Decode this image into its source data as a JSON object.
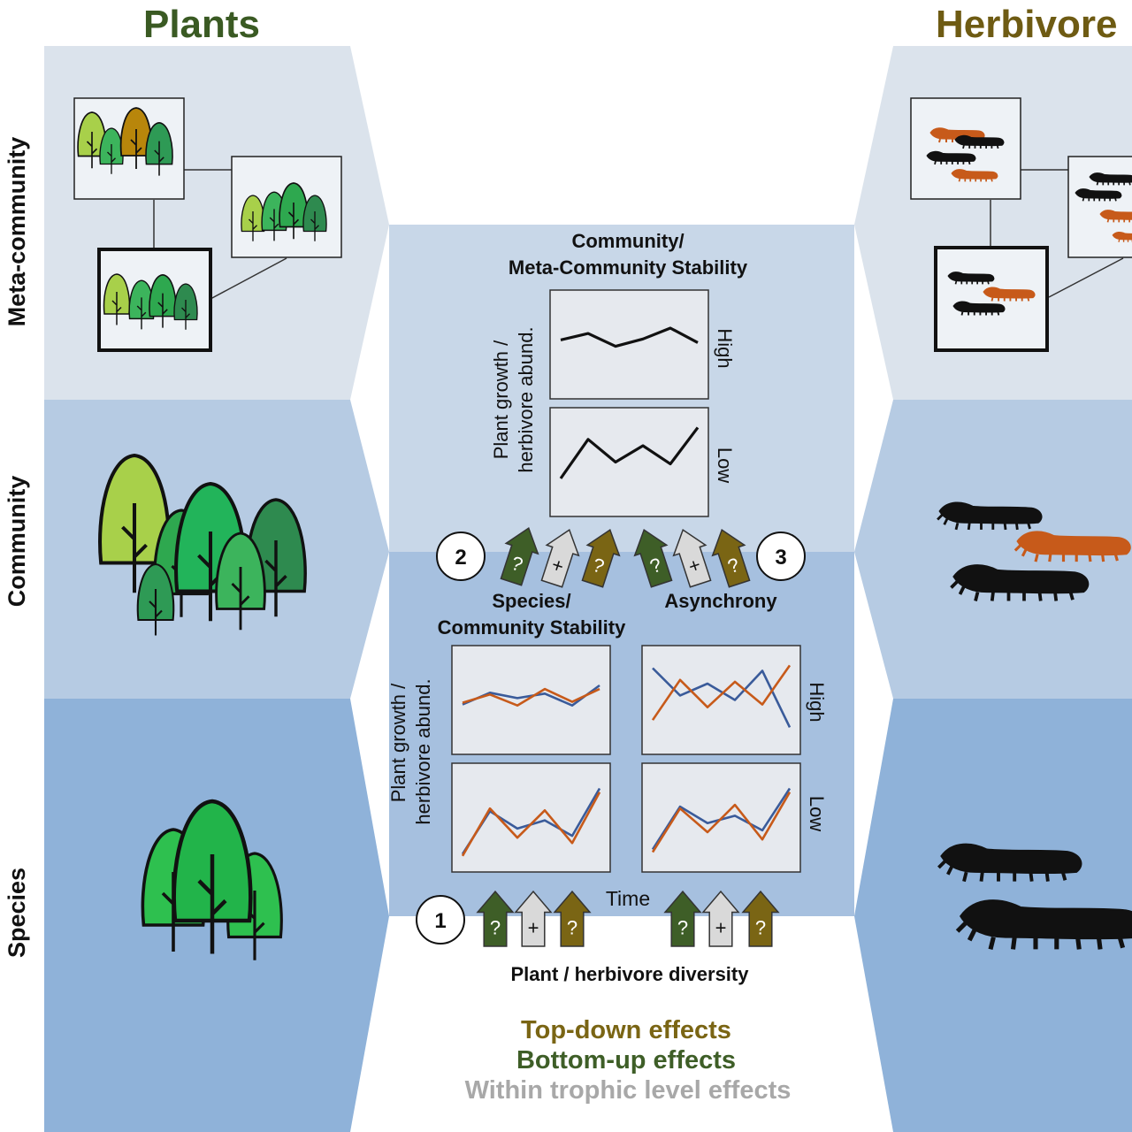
{
  "column_titles": {
    "plants": "Plants",
    "herbivores": "Herbivore"
  },
  "row_labels": {
    "meta_community": "Meta-community",
    "community": "Community",
    "species": "Species"
  },
  "top_panel": {
    "title_line1": "Community/",
    "title_line2": "Meta-Community Stability",
    "ylabel_line1": "Plant growth /",
    "ylabel_line2": "herbivore abund.",
    "high_label": "High",
    "low_label": "Low"
  },
  "middle": {
    "circle_2": "2",
    "circle_3": "3",
    "species_line1": "Species/",
    "species_line2": "Community Stability",
    "asynchrony": "Asynchrony"
  },
  "bottom_panel": {
    "ylabel_line1": "Plant growth /",
    "ylabel_line2": "herbivore abund.",
    "high_label": "High",
    "low_label": "Low",
    "xlabel": "Time"
  },
  "diversity": {
    "circle_1": "1",
    "label": "Plant / herbivore diversity"
  },
  "arrow_symbols": {
    "unknown": "?",
    "positive": "+"
  },
  "legend": {
    "top_down": "Top-down effects",
    "bottom_up": "Bottom-up effects",
    "within": "Within trophic level effects"
  },
  "colors": {
    "plants_green": "#3a5a23",
    "herbivore_olive": "#6e5b13",
    "topdown": "#7a6514",
    "bottomup": "#3e5e27",
    "within": "#a8a8a8",
    "band_meta": "#dbe3ec",
    "band_community": "#b6cbe3",
    "band_species": "#8fb2d9",
    "series_blue": "#3a5b9a",
    "series_orange": "#c75a1a"
  },
  "chart_data": [
    {
      "type": "line",
      "title": "Community/Meta-Community Stability",
      "ylabel": "Plant growth / herbivore abund.",
      "panel": "High",
      "series": [
        {
          "values": [
            0.55,
            0.62,
            0.48,
            0.56,
            0.68,
            0.52
          ]
        }
      ]
    },
    {
      "type": "line",
      "ylabel": "Plant growth / herbivore abund.",
      "panel": "Low",
      "series": [
        {
          "values": [
            0.32,
            0.75,
            0.5,
            0.68,
            0.48,
            0.88
          ]
        }
      ]
    },
    {
      "type": "line",
      "title": "Species/Community Stability",
      "panel": "High",
      "series": [
        {
          "values": [
            0.45,
            0.58,
            0.52,
            0.57,
            0.44,
            0.66
          ]
        },
        {
          "values": [
            0.47,
            0.56,
            0.44,
            0.62,
            0.48,
            0.62
          ]
        }
      ]
    },
    {
      "type": "line",
      "title": "Asynchrony",
      "panel": "High",
      "series": [
        {
          "values": [
            0.85,
            0.55,
            0.68,
            0.5,
            0.82,
            0.2
          ]
        },
        {
          "values": [
            0.28,
            0.72,
            0.42,
            0.7,
            0.45,
            0.88
          ]
        }
      ]
    },
    {
      "type": "line",
      "xlabel": "Time",
      "panel": "Low",
      "series": [
        {
          "values": [
            0.1,
            0.57,
            0.38,
            0.47,
            0.3,
            0.82
          ]
        },
        {
          "values": [
            0.08,
            0.6,
            0.28,
            0.58,
            0.22,
            0.78
          ]
        }
      ]
    },
    {
      "type": "line",
      "xlabel": "Time",
      "panel": "Low",
      "series": [
        {
          "values": [
            0.15,
            0.62,
            0.44,
            0.52,
            0.36,
            0.82
          ]
        },
        {
          "values": [
            0.12,
            0.6,
            0.34,
            0.64,
            0.26,
            0.78
          ]
        }
      ]
    }
  ]
}
